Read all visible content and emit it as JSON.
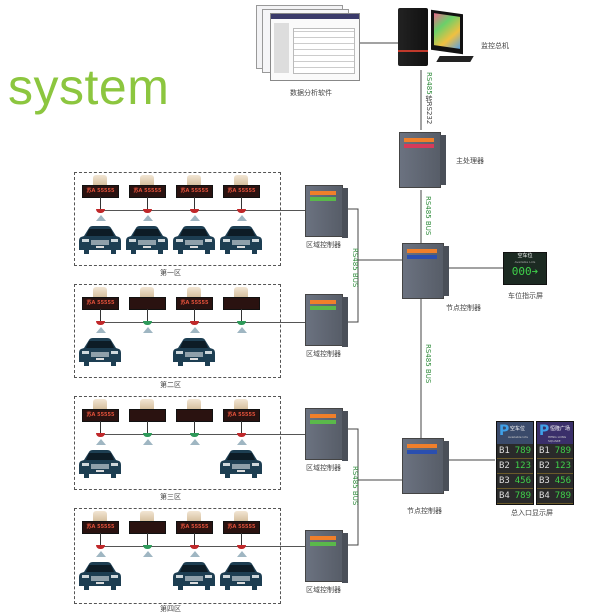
{
  "title": "system",
  "software": {
    "label": "数据分析软件"
  },
  "host": {
    "label": "监控总机"
  },
  "links": {
    "host_to_main": {
      "green": "RS485",
      "black": "转RS232"
    },
    "main_to_node": "RS485 BUS",
    "zone_bus_upper": "RS485 BUS",
    "node_to_node": "RS485 BUS",
    "zone_bus_lower": "RS485 BUS"
  },
  "main_processor": {
    "label": "主处理器"
  },
  "node_controllers": [
    {
      "label": "节点控制器"
    },
    {
      "label": "节点控制器"
    }
  ],
  "zone_controllers": [
    {
      "label": "区域控制器"
    },
    {
      "label": "区域控制器"
    },
    {
      "label": "区域控制器"
    },
    {
      "label": "区域控制器"
    }
  ],
  "space_indicator": {
    "label": "车位指示屏",
    "header": "空车位",
    "sub": "Available Lots",
    "digits": "000",
    "arrow": "➔"
  },
  "entrance_display": {
    "label": "总入口显示屏",
    "panels": [
      {
        "title": "空车位",
        "sub": "Available lots",
        "rows": [
          {
            "level": "B1",
            "count": "789"
          },
          {
            "level": "B2",
            "count": "123"
          },
          {
            "level": "B3",
            "count": "456"
          },
          {
            "level": "B4",
            "count": "789"
          }
        ]
      },
      {
        "title": "恒隆广场",
        "sub": "HENG LONG SQUARE",
        "rows": [
          {
            "level": "B1",
            "count": "789"
          },
          {
            "level": "B2",
            "count": "123"
          },
          {
            "level": "B3",
            "count": "456"
          },
          {
            "level": "B4",
            "count": "789"
          }
        ]
      }
    ]
  },
  "zones": [
    {
      "label": "第一区",
      "signs": [
        "苏A 55555",
        "苏A 55555",
        "苏A 55555",
        "苏A 55555"
      ],
      "lights": [
        "red",
        "red",
        "red",
        "red"
      ],
      "cars": [
        true,
        true,
        true,
        true
      ]
    },
    {
      "label": "第二区",
      "signs": [
        "苏A 55555",
        "",
        "苏A 55555",
        ""
      ],
      "lights": [
        "red",
        "green",
        "red",
        "green"
      ],
      "cars": [
        true,
        false,
        true,
        false
      ]
    },
    {
      "label": "第三区",
      "signs": [
        "苏A 55555",
        "",
        "",
        "苏A 55555"
      ],
      "lights": [
        "red",
        "green",
        "green",
        "red"
      ],
      "cars": [
        true,
        false,
        false,
        true
      ]
    },
    {
      "label": "第四区",
      "signs": [
        "苏A 55555",
        "",
        "苏A 55555",
        "苏A 55555"
      ],
      "lights": [
        "red",
        "green",
        "red",
        "red"
      ],
      "cars": [
        true,
        false,
        true,
        true
      ]
    }
  ],
  "colors": {
    "title_green": "#8cc63f",
    "bus_label_green": "#2e8b3a",
    "light_red": "#c0282a",
    "light_green": "#2e9a5a",
    "led_green": "#3fd14a"
  }
}
